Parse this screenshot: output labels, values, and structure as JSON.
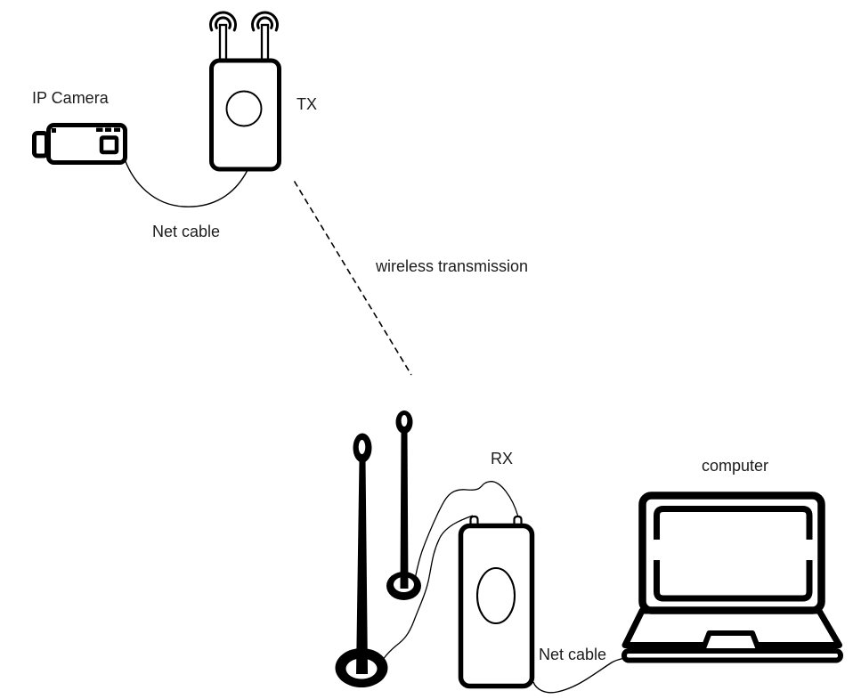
{
  "page": {
    "background": "#ffffff",
    "line_color": "#000000",
    "text_color": "#1c1c1c"
  },
  "diagram": {
    "labels": {
      "ip_camera": "IP Camera",
      "tx": "TX",
      "net_cable_top": "Net cable",
      "wireless_transmission": "wireless transmission",
      "rx": "RX",
      "computer": "computer",
      "net_cable_bottom": "Net cable"
    },
    "nodes": [
      {
        "id": "ip-camera",
        "icon": "cctv-camera-icon",
        "label": "IP Camera"
      },
      {
        "id": "tx-transmitter",
        "icon": "wireless-transmitter-icon",
        "label": "TX"
      },
      {
        "id": "antenna-tall",
        "icon": "external-antenna-icon",
        "label": ""
      },
      {
        "id": "antenna-short",
        "icon": "external-antenna-icon",
        "label": ""
      },
      {
        "id": "rx-receiver",
        "icon": "wireless-receiver-icon",
        "label": "RX"
      },
      {
        "id": "computer",
        "icon": "laptop-icon",
        "label": "computer"
      }
    ],
    "connections": [
      {
        "from": "ip-camera",
        "to": "tx-transmitter",
        "label": "Net cable",
        "style": "solid-curve"
      },
      {
        "from": "tx-transmitter",
        "to": "rx-receiver",
        "label": "wireless transmission",
        "style": "dashed-line"
      },
      {
        "from": "rx-receiver",
        "to": "antenna-tall",
        "label": "",
        "style": "solid-curve"
      },
      {
        "from": "rx-receiver",
        "to": "antenna-short",
        "label": "",
        "style": "solid-curve"
      },
      {
        "from": "rx-receiver",
        "to": "computer",
        "label": "Net cable",
        "style": "solid-curve"
      }
    ]
  }
}
